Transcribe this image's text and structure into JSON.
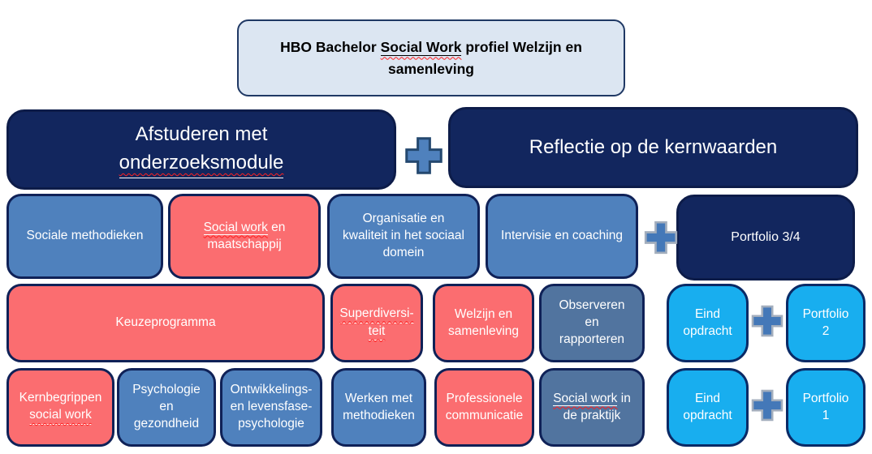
{
  "title": {
    "pre": "HBO Bachelor ",
    "underlined": "Social Work",
    "post": " profiel Welzijn en samenleving"
  },
  "level4": {
    "afstuderen_line1": "Afstuderen met",
    "afstuderen_line2_underlined": "onderzoeksmodule",
    "reflectie": "Reflectie op de kernwaarden"
  },
  "nodes": {
    "sociale_methodieken": "Sociale methodieken",
    "social_work_maatschappij": {
      "underlined": "Social work",
      "after": " en",
      "line2": "maatschappij"
    },
    "organisatie": "Organisatie en\nkwaliteit in het sociaal\ndomein",
    "intervisie": "Intervisie en coaching",
    "portfolio_34": "Portfolio 3/4",
    "keuzeprogramma": "Keuzeprogramma",
    "superdiversiteit": {
      "line1_underlined": "Superdiversi-",
      "line2_underlined": "teit"
    },
    "welzijn": "Welzijn en\nsamenleving",
    "observeren": "Observeren\nen\nrapporteren",
    "eind_opdracht_2": "Eind\nopdracht",
    "portfolio_2": "Portfolio\n2",
    "kernbegrippen": {
      "line1": "Kernbegrippen",
      "line2_underlined": "social work"
    },
    "psychologie": "Psychologie\nen\ngezondheid",
    "ontwikkelings": "Ontwikkelings-\nen levensfase-\npsychologie",
    "werken": "Werken met\nmethodieken",
    "professionele": "Professionele\ncommunicatie",
    "social_work_praktijk": {
      "underlined": "Social work",
      "after": " in",
      "line2": "de praktijk"
    },
    "eind_opdracht_1": "Eind\nopdracht",
    "portfolio_1": "Portfolio\n1"
  },
  "icons": {
    "plus": "plus-icon"
  },
  "colors": {
    "navy": "#12265E",
    "blue": "#4F81BD",
    "slate": "#51749F",
    "red": "#FB6D70",
    "cyan": "#18AEEF",
    "title_bg": "#DCE6F2",
    "border_navy": "#0F2157",
    "plus_fill": "#4F81BD",
    "squiggle": "#FF1F1F"
  }
}
